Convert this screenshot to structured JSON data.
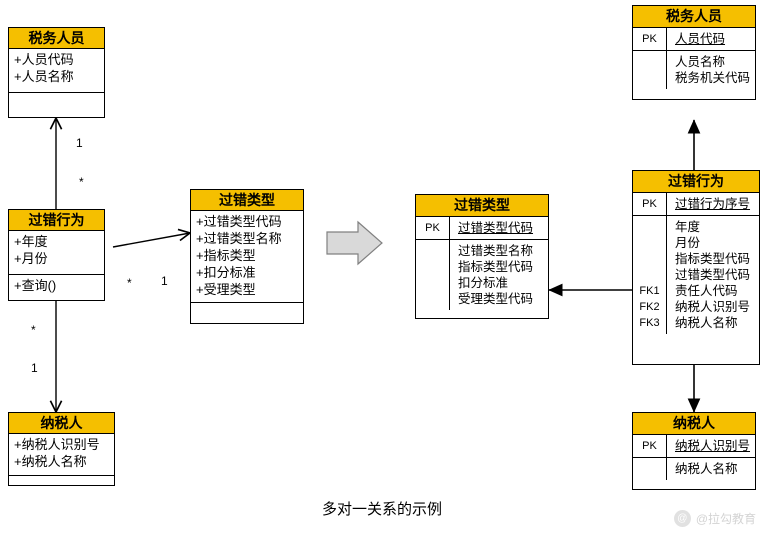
{
  "caption": "多对一关系的示例",
  "watermark": {
    "icon": "@",
    "text": "@拉勾教育"
  },
  "colors": {
    "title_bg": "#f5bf00",
    "line": "#000000",
    "arrow_fill": "#d9d9d9",
    "arrow_stroke": "#808080"
  },
  "uml": {
    "tax_staff": {
      "title": "税务人员",
      "attrs": [
        "+人员代码",
        "+人员名称"
      ],
      "ops": []
    },
    "fault_behavior": {
      "title": "过错行为",
      "attrs": [
        "+年度",
        "+月份"
      ],
      "ops": [
        "+查询()"
      ]
    },
    "fault_type": {
      "title": "过错类型",
      "attrs": [
        "+过错类型代码",
        "+过错类型名称",
        "+指标类型",
        "+扣分标准",
        "+受理类型"
      ],
      "ops": []
    },
    "taxpayer": {
      "title": "纳税人",
      "attrs": [
        "+纳税人识别号",
        "+纳税人名称"
      ],
      "ops": []
    }
  },
  "multiplicities": {
    "staff_to_behavior_top": "1",
    "staff_to_behavior_bottom": "*",
    "behavior_to_type_left": "*",
    "behavior_to_type_right": "1",
    "behavior_to_taxpayer_top": "*",
    "behavior_to_taxpayer_bottom": "1"
  },
  "er": {
    "tax_staff": {
      "title": "税务人员",
      "pk_label": "PK",
      "pk_fields": [
        "人员代码"
      ],
      "fields": [
        "人员名称",
        "税务机关代码"
      ],
      "fk_labels": []
    },
    "fault_type": {
      "title": "过错类型",
      "pk_label": "PK",
      "pk_fields": [
        "过错类型代码"
      ],
      "fields": [
        "过错类型名称",
        "指标类型代码",
        "扣分标准",
        "受理类型代码"
      ],
      "fk_labels": []
    },
    "fault_behavior": {
      "title": "过错行为",
      "pk_label": "PK",
      "pk_fields": [
        "过错行为序号"
      ],
      "fields": [
        "年度",
        "月份",
        "指标类型代码",
        "过错类型代码",
        "责任人代码",
        "纳税人识别号",
        "纳税人名称"
      ],
      "fk_labels": [
        "",
        "",
        "",
        "",
        "FK1",
        "FK2",
        "FK3"
      ]
    },
    "taxpayer": {
      "title": "纳税人",
      "pk_label": "PK",
      "pk_fields": [
        "纳税人识别号"
      ],
      "fields": [
        "纳税人名称"
      ],
      "fk_labels": []
    }
  }
}
